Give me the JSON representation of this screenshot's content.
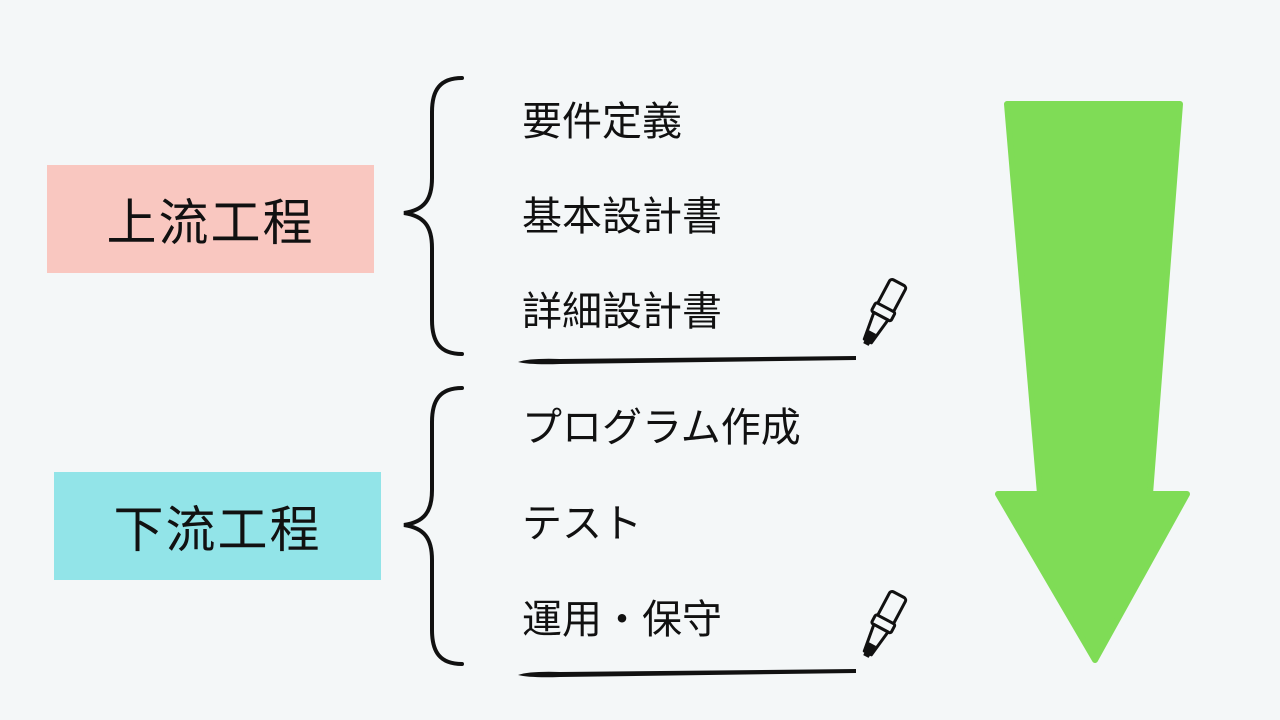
{
  "phases": [
    {
      "label": "上流工程",
      "color": "#f9c7c0",
      "steps": [
        "要件定義",
        "基本設計書",
        "詳細設計書"
      ]
    },
    {
      "label": "下流工程",
      "color": "#92e4e8",
      "steps": [
        "プログラム作成",
        "テスト",
        "運用・保守"
      ]
    }
  ],
  "colors": {
    "arrow": "#7fdc56",
    "ink": "#111111",
    "background": "#f4f7f8"
  },
  "icons": [
    "brace-icon",
    "marker-pen-icon",
    "down-arrow-icon"
  ]
}
